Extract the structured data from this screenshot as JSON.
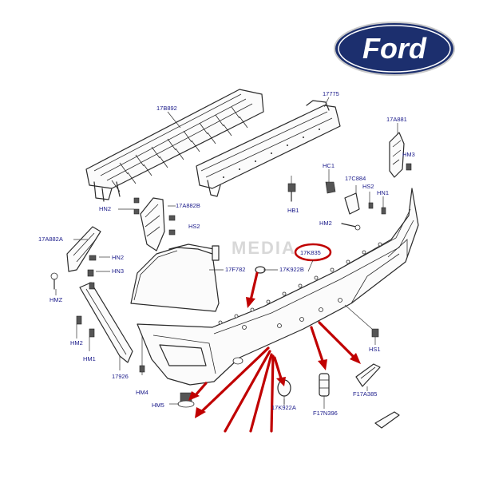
{
  "logo": {
    "text": "Ford",
    "bg_color": "#1c2f6e",
    "ring_color": "#ffffff"
  },
  "watermark": "MEDIA",
  "labels": {
    "l_17b892": "17B892",
    "l_17775": "17775",
    "l_17a881": "17A881",
    "l_hm3": "HM3",
    "l_hc1": "HC1",
    "l_17c884": "17C884",
    "l_hs2_top": "HS2",
    "l_hn1": "HN1",
    "l_hn2_left": "HN2",
    "l_17a882b": "17A882B",
    "l_hs2_mid": "HS2",
    "l_hb1": "HB1",
    "l_hm2_right": "HM2",
    "l_17a882a": "17A882A",
    "l_hn2_mid": "HN2",
    "l_hn3": "HN3",
    "l_17k835": "17K835",
    "l_17f782": "17F782",
    "l_17k922b": "17K922B",
    "l_hmz": "HMZ",
    "l_hm2_left": "HM2",
    "l_hm1": "HM1",
    "l_17926": "17926",
    "l_hm4": "HM4",
    "l_hm5": "HM5",
    "l_17k922a": "17K922A",
    "l_f17n396": "F17N396",
    "l_hs1": "HS1",
    "l_f17a385": "F17A385"
  },
  "colors": {
    "label": "#1a1a8a",
    "highlight": "#c00000",
    "line": "#2b2b2b"
  }
}
